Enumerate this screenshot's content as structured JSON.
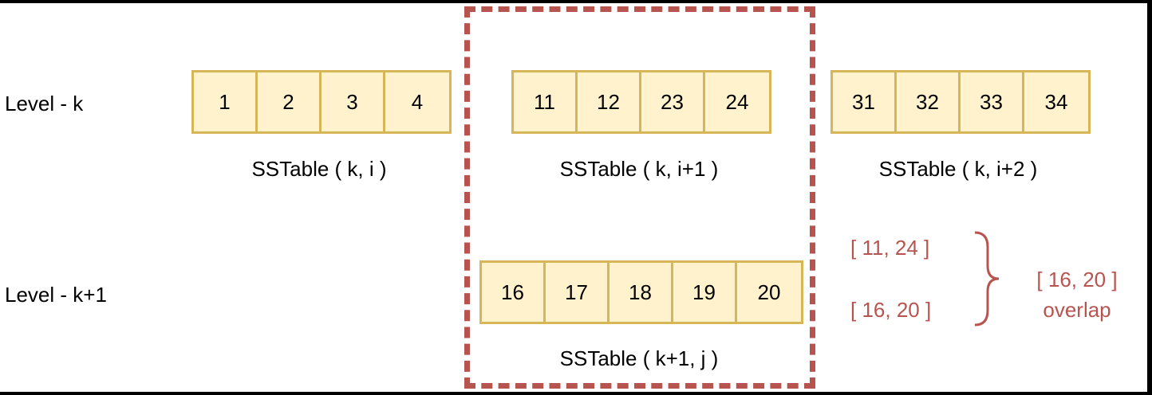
{
  "levels": {
    "k": "Level - k",
    "k1": "Level - k+1"
  },
  "tables": {
    "k_i": {
      "cells": [
        "1",
        "2",
        "3",
        "4"
      ],
      "caption": "SSTable ( k, i )"
    },
    "k_i1": {
      "cells": [
        "11",
        "12",
        "23",
        "24"
      ],
      "caption": "SSTable ( k, i+1 )"
    },
    "k_i2": {
      "cells": [
        "31",
        "32",
        "33",
        "34"
      ],
      "caption": "SSTable ( k, i+2 )"
    },
    "k1_j": {
      "cells": [
        "16",
        "17",
        "18",
        "19",
        "20"
      ],
      "caption": "SSTable ( k+1, j )"
    }
  },
  "annotation": {
    "range_upper": "[ 11, 24 ]",
    "range_lower": "[ 16, 20 ]",
    "overlap_range": "[ 16, 20 ]",
    "overlap_word": "overlap"
  },
  "colors": {
    "cell_fill": "#fff2cc",
    "cell_border": "#d6b656",
    "highlight": "#b85450"
  }
}
